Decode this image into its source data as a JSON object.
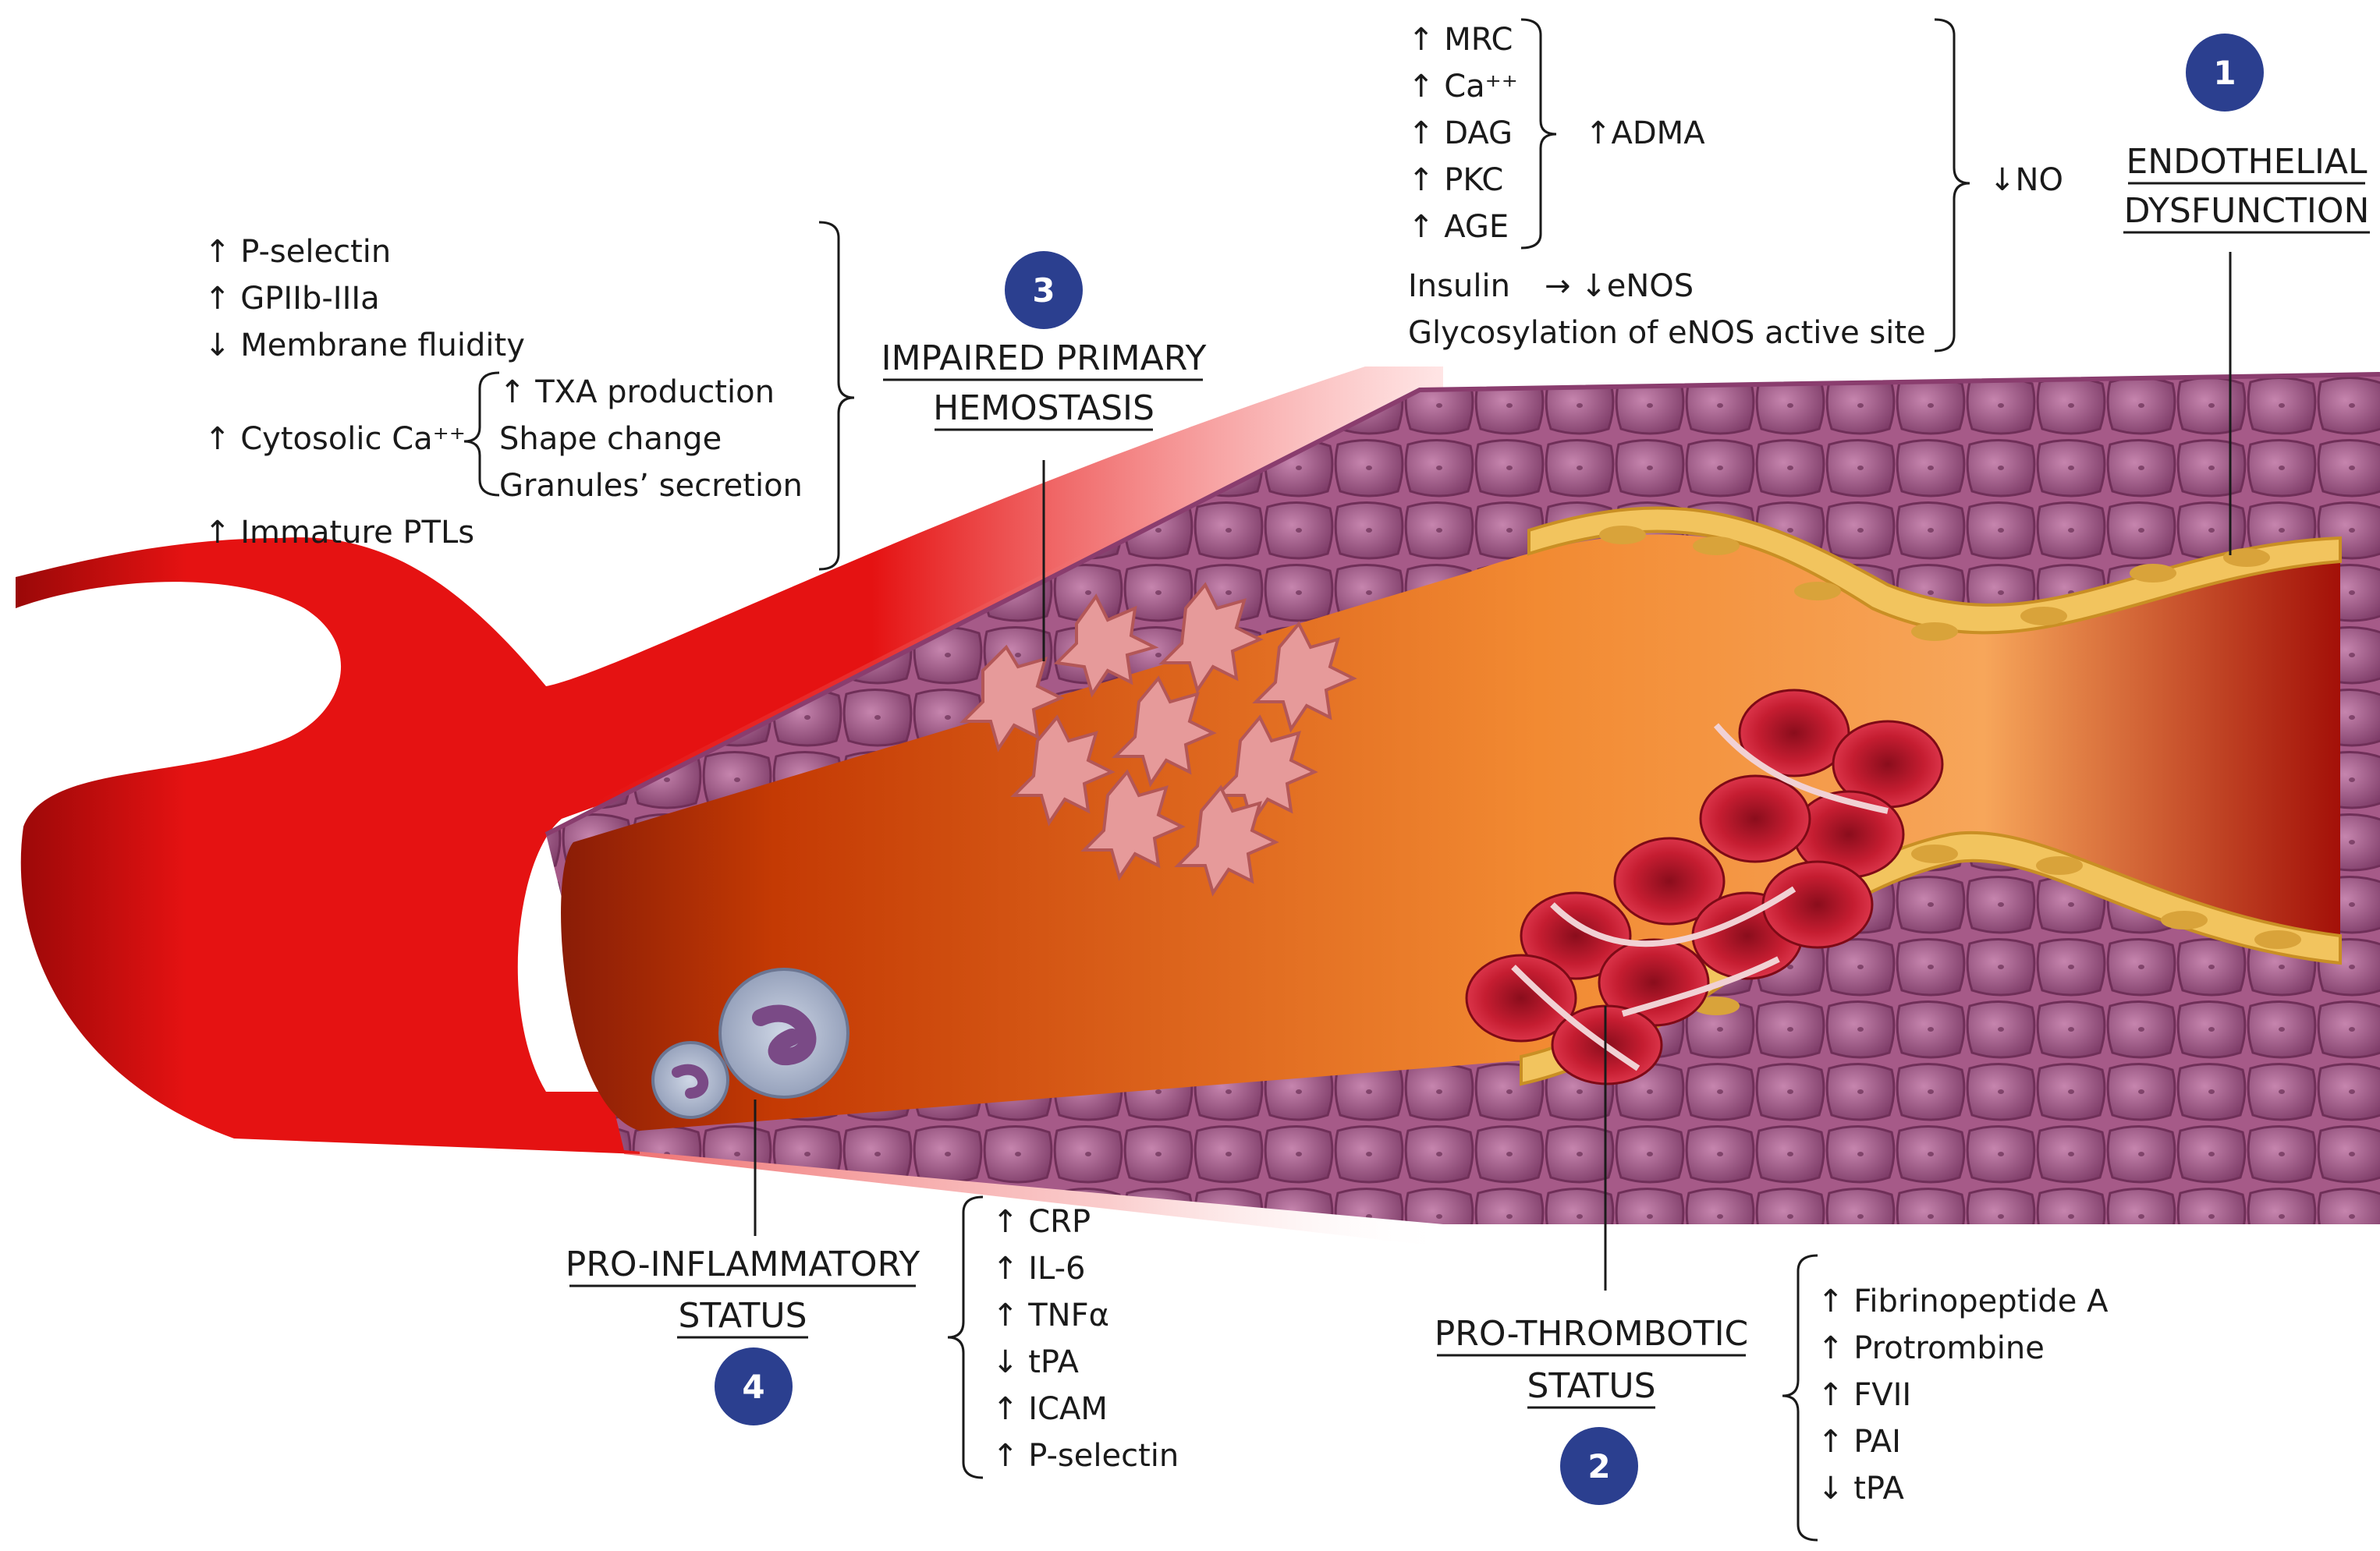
{
  "colors": {
    "badge": "#2b3f8f",
    "blood": "#e51212",
    "lumen_dark": "#b93000",
    "lumen_light": "#f59a45",
    "tissue": "#a85b88",
    "endothelium": "#f2c45e",
    "clot": "#b51c2d"
  },
  "sections": {
    "endothelial": {
      "badge": "1",
      "title_lines": [
        "ENDOTHELIAL",
        "DYSFUNCTION"
      ],
      "group_items": [
        "↑ MRC",
        "↑ Ca⁺⁺",
        "↑ DAG",
        "↑ PKC",
        "↑ AGE"
      ],
      "group_result": "↑ADMA",
      "insulin_label": "Insulin",
      "insulin_arrow": "→ ↓eNOS",
      "glycosylation": "Glycosylation of eNOS active site",
      "result": "↓NO"
    },
    "prothrombotic": {
      "badge": "2",
      "title_lines": [
        "PRO-THROMBOTIC",
        "STATUS"
      ],
      "items": [
        "↑ Fibrinopeptide A",
        "↑ Protrombine",
        "↑ FVII",
        "↑ PAI",
        "↓ tPA"
      ]
    },
    "hemostasis": {
      "badge": "3",
      "title_lines": [
        "IMPAIRED PRIMARY",
        "HEMOSTASIS"
      ],
      "items_top": [
        "↑ P-selectin",
        "↑ GPIIb-IIIa",
        "↓ Membrane fluidity"
      ],
      "cytosolic": "↑ Cytosolic Ca⁺⁺",
      "cytosolic_effects": [
        "↑ TXA production",
        "Shape change",
        "Granules’ secretion"
      ],
      "immature": "↑ Immature PTLs"
    },
    "inflammatory": {
      "badge": "4",
      "title_lines": [
        "PRO-INFLAMMATORY",
        "STATUS"
      ],
      "items": [
        "↑ CRP",
        "↑ IL-6",
        "↑ TNFα",
        "↓ tPA",
        "↑ ICAM",
        "↑ P-selectin"
      ]
    }
  }
}
